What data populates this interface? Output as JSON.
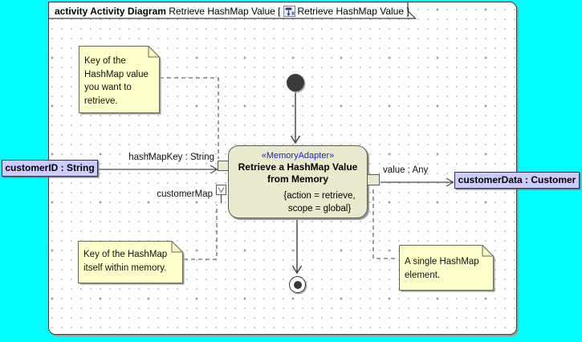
{
  "header": {
    "keyword": "activity Activity Diagram",
    "name": "Retrieve HashMap Value",
    "bracket_open": "[",
    "ref_name": "Retrieve HashMap Value",
    "bracket_close": "]"
  },
  "action_node": {
    "stereotype": "«MemoryAdapter»",
    "name": "Retrieve a HashMap Value\nfrom Memory",
    "tagged_values": "{action = retrieve,\nscope = global}"
  },
  "flows": {
    "input_pin_label": "hashMapKey : String",
    "value_pin_label": "customerMap",
    "output_pin_label": "value : Any"
  },
  "object_nodes": {
    "input": "customerID : String",
    "output": "customerData : Customer"
  },
  "notes": [
    {
      "text": "Key of the\nHashMap value\nyou want to\nretrieve."
    },
    {
      "text": "Key of the HashMap\nitself within memory."
    },
    {
      "text": "A single HashMap\nelement."
    }
  ],
  "colors": {
    "canvas": "#00FFFF",
    "frame_bg": "#FFFFFF",
    "action_fill": "#E9E9CE",
    "note_fill": "#FFFFCC",
    "object_fill": "#CCCCFF",
    "stereotype_text": "#2323C8",
    "line": "#4A4A4A",
    "shadow": "#9A9A9A"
  }
}
